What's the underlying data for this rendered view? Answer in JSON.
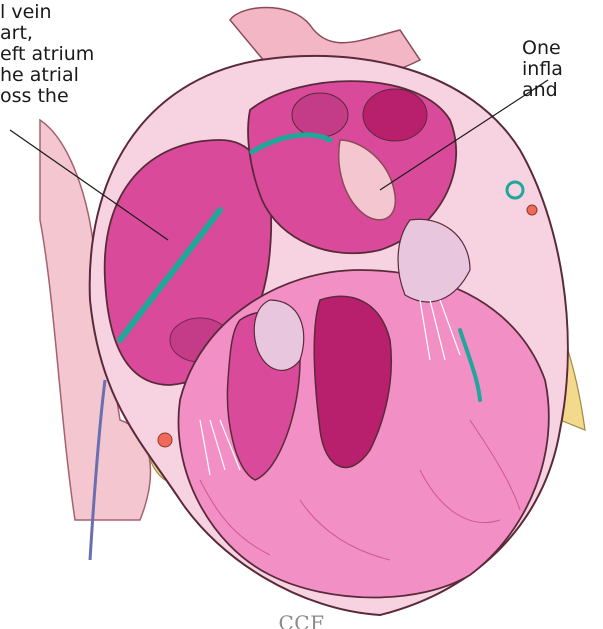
{
  "captions": {
    "left": {
      "lines": [
        "l vein",
        "art,",
        "eft atrium",
        "he atrial",
        "oss the"
      ]
    },
    "right": {
      "lines": [
        "One",
        "infla",
        "and"
      ]
    }
  },
  "watermark": "CCF",
  "colors": {
    "myocardium": "#f28fc4",
    "chamber": "#d94b9a",
    "chamber_dark": "#b8206e",
    "membrane": "#f7d3e2",
    "catheter": "#1fa89a",
    "vessel": "#f4c6cf",
    "fat": "#f2d98c",
    "outline": "#5a2a3a"
  },
  "icons": [
    "heart-cross-section-illustration",
    "catheter-wire",
    "balloon-tip"
  ]
}
